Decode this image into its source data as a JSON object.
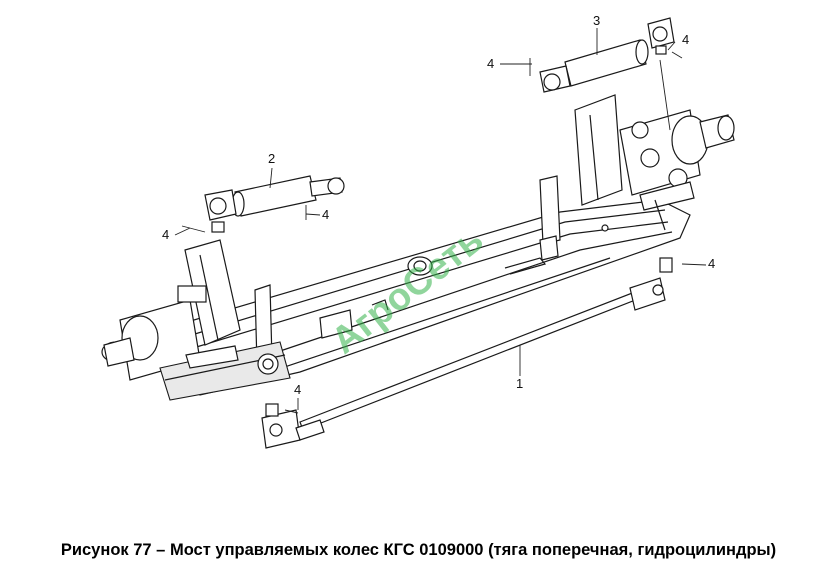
{
  "figure": {
    "caption": "Рисунок 77 – Мост управляемых колес КГС 0109000 (тяга поперечная, гидроцилиндры)",
    "watermark": "АгроСеть",
    "callouts": {
      "c1": "1",
      "c2": "2",
      "c3": "3",
      "c4a": "4",
      "c4b": "4",
      "c4c": "4",
      "c4d": "4",
      "c4e": "4",
      "c4f": "4"
    }
  }
}
